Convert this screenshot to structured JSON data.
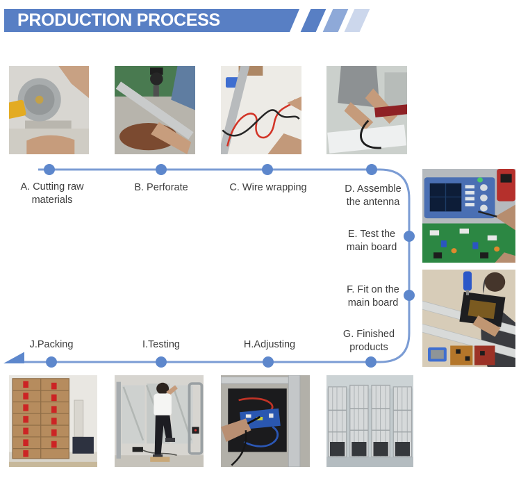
{
  "header": {
    "title": "PRODUCTION PROCESS",
    "banner_color": "#587fc4",
    "stripe_colors": [
      "#587fc4",
      "#8ea9d8",
      "#ccd7ec"
    ]
  },
  "flow": {
    "line_color": "#7b9cd4",
    "dot_color": "#5d87cc",
    "text_color": "#3b3b3b",
    "steps": [
      {
        "key": "A",
        "lines": [
          "A. Cutting raw",
          "materials"
        ]
      },
      {
        "key": "B",
        "lines": [
          "B. Perforate"
        ]
      },
      {
        "key": "C",
        "lines": [
          "C. Wire wrapping"
        ]
      },
      {
        "key": "D",
        "lines": [
          "D. Assemble",
          "the antenna"
        ]
      },
      {
        "key": "E",
        "lines": [
          "E. Test the",
          "main board"
        ]
      },
      {
        "key": "F",
        "lines": [
          "F. Fit on the",
          "main board"
        ]
      },
      {
        "key": "G",
        "lines": [
          "G. Finished",
          "products"
        ]
      },
      {
        "key": "H",
        "lines": [
          "H.Adjusting"
        ]
      },
      {
        "key": "I",
        "lines": [
          "I.Testing"
        ]
      },
      {
        "key": "J",
        "lines": [
          "J.Packing"
        ]
      }
    ]
  },
  "photos": {
    "top": [
      {
        "desc": "Worker cutting aluminum raw material with a yellow chop saw"
      },
      {
        "desc": "Worker drilling holes in an aluminum bar on a drill press"
      },
      {
        "desc": "Red and black wires being wrapped on an aluminum antenna frame"
      },
      {
        "desc": "Worker assembling the white antenna panel with a red bar"
      }
    ],
    "right": [
      {
        "desc": "Testing the main board with a blue oscilloscope and red multimeter over green PCBs"
      },
      {
        "desc": "Worker fitting the main board onto the antenna frame with circuit boards on the table"
      }
    ],
    "bottom": [
      {
        "desc": "Stacked brown cardboard boxes with red labels packed in the warehouse"
      },
      {
        "desc": "Worker in white shirt testing assembled security antenna gates"
      },
      {
        "desc": "Hand adjusting the blue circuit board inside a black antenna panel"
      },
      {
        "desc": "Rows of finished aluminum antenna frames standing in storage"
      }
    ]
  }
}
